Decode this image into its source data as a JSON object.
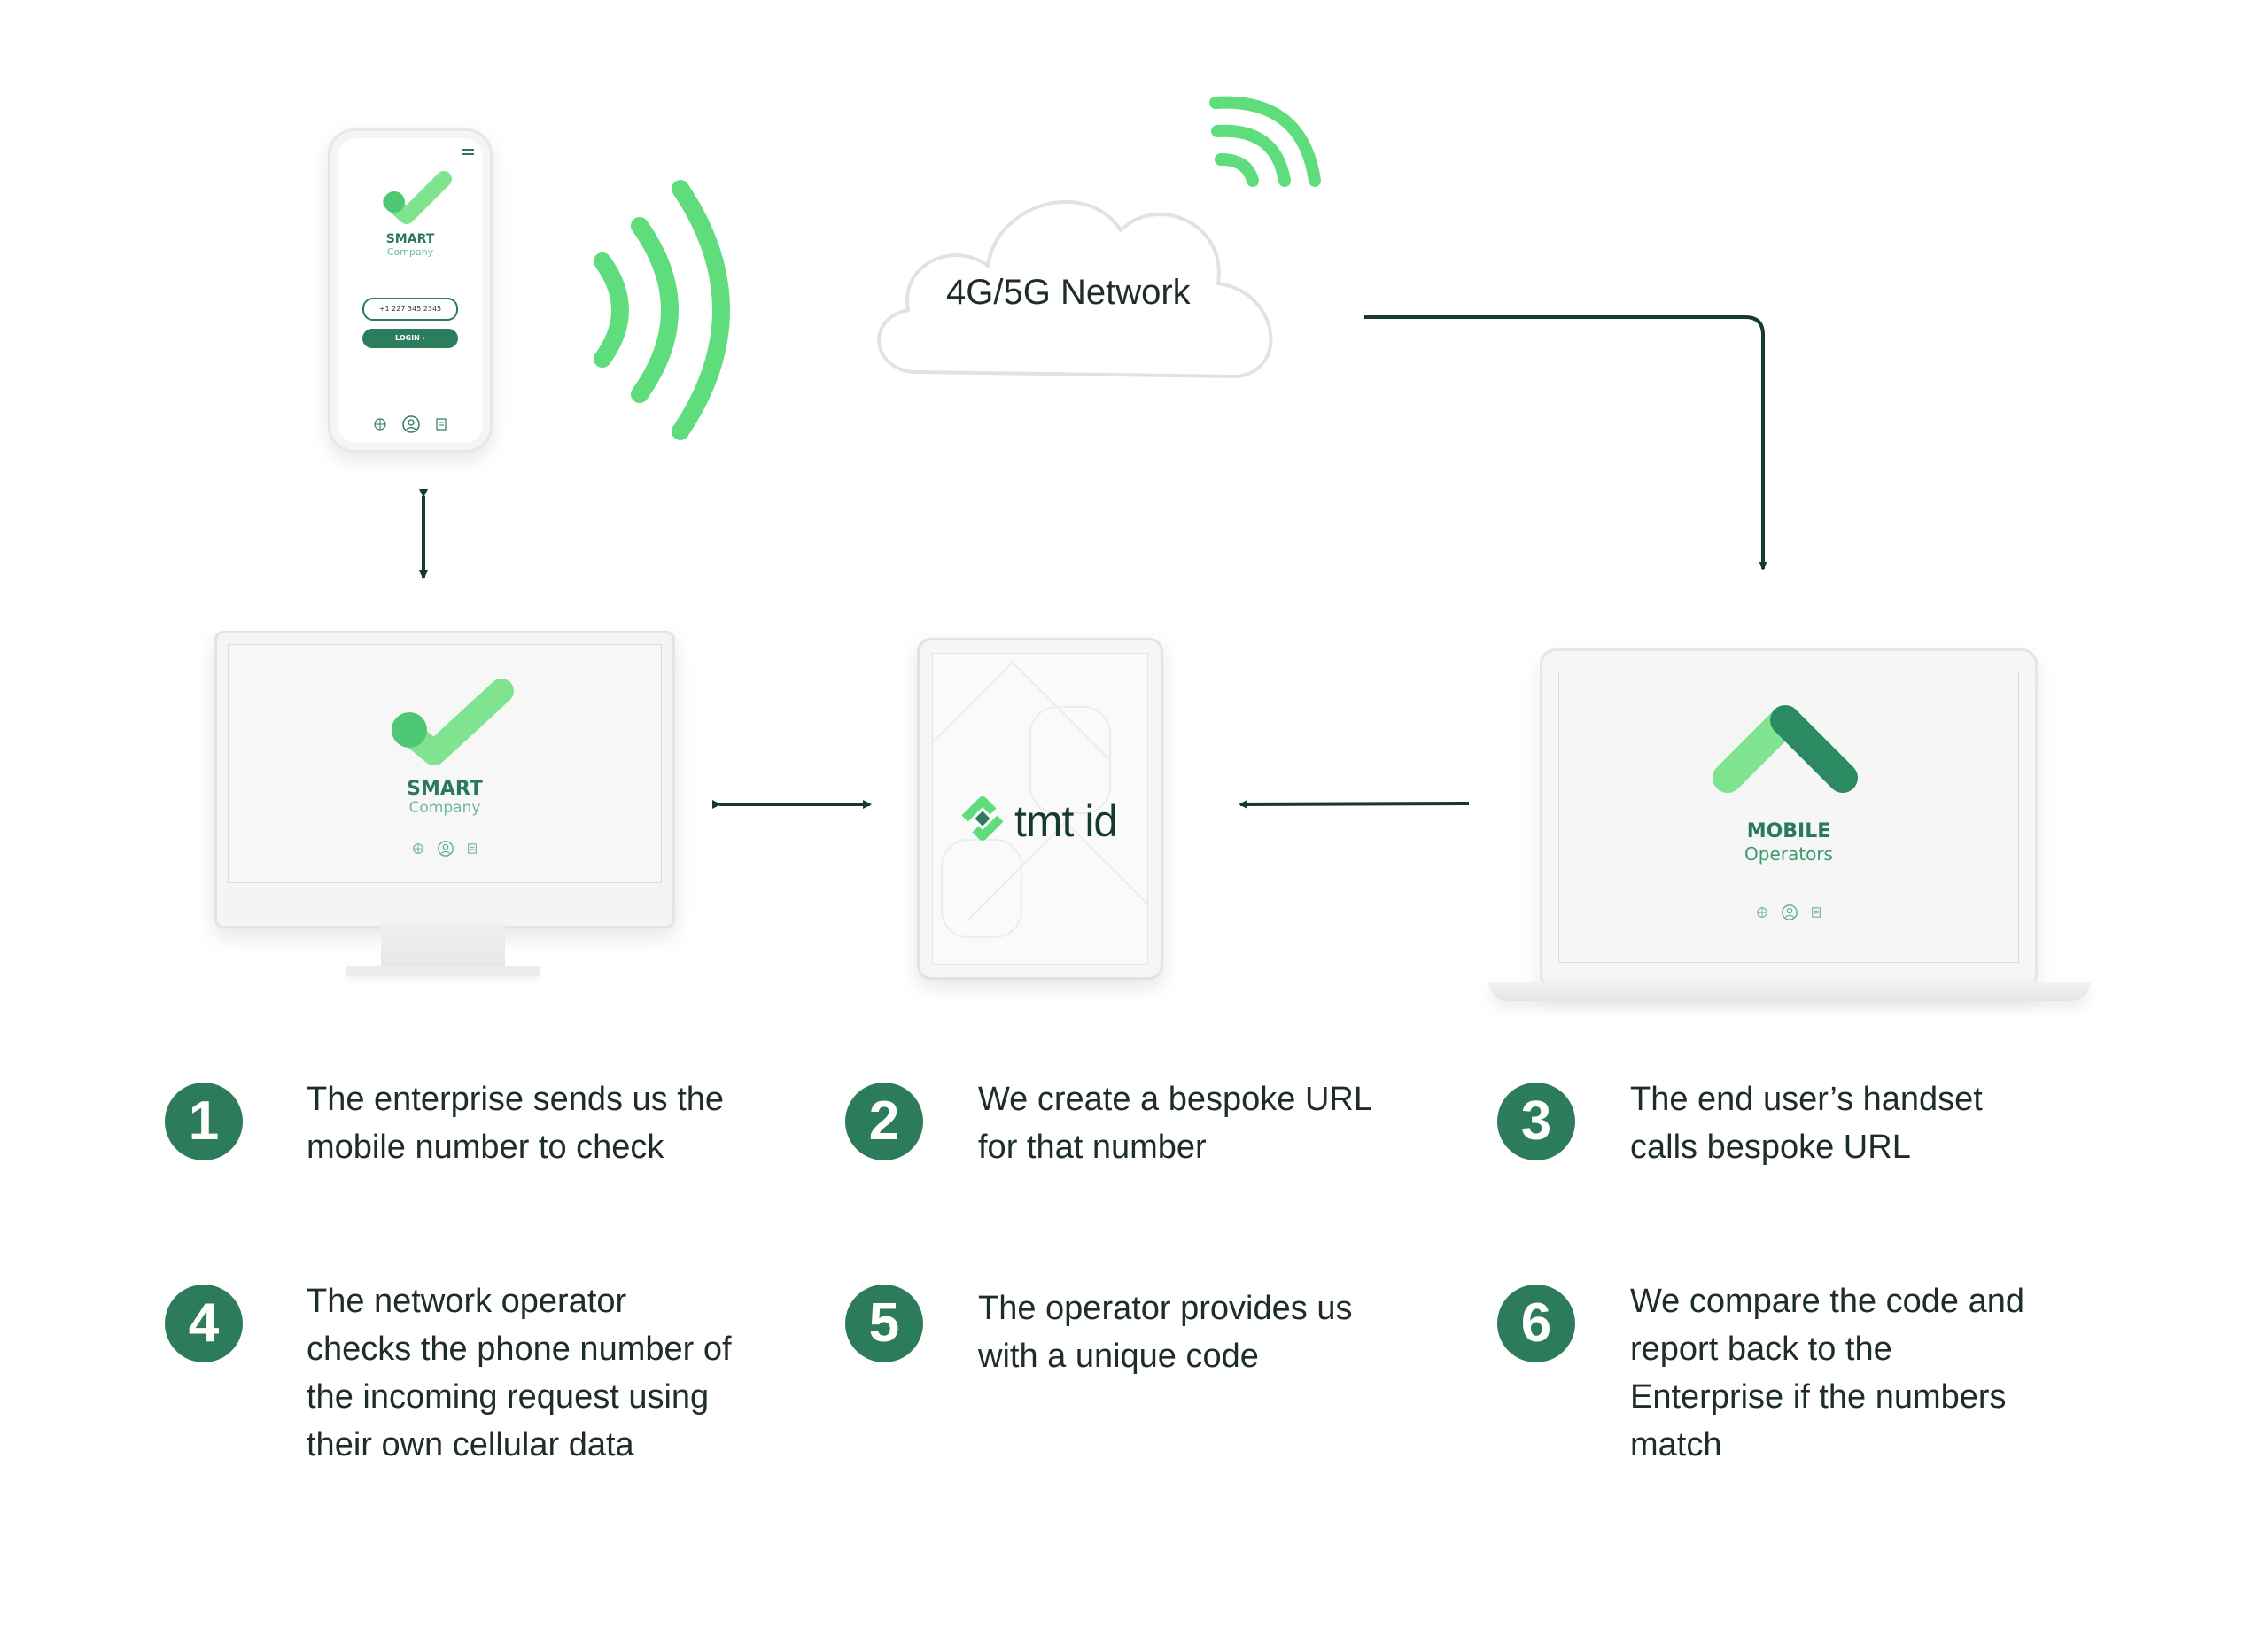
{
  "phone": {
    "brand": "SMART",
    "brand_sub": "Company",
    "number_value": "+1 227 345 2345",
    "login_label": "LOGIN",
    "menu_icon": "menu-icon",
    "footer_icons": [
      "globe-icon",
      "user-icon",
      "document-icon"
    ]
  },
  "network": {
    "cloud_label": "4G/5G Network"
  },
  "desktop": {
    "brand": "SMART",
    "brand_sub": "Company"
  },
  "tablet": {
    "logo_text": "tmt id"
  },
  "laptop": {
    "brand": "MOBILE",
    "brand_sub": "Operators"
  },
  "steps": [
    {
      "number": "1",
      "lines": [
        "The enterprise sends us the",
        "mobile number to check"
      ]
    },
    {
      "number": "2",
      "lines": [
        "We create a bespoke URL",
        "for that number"
      ]
    },
    {
      "number": "3",
      "lines": [
        "The end user’s handset",
        "calls bespoke URL"
      ]
    },
    {
      "number": "4",
      "lines": [
        "The network operator",
        "checks the phone number of",
        "the incoming request using",
        "their own cellular data"
      ]
    },
    {
      "number": "5",
      "lines": [
        "The operator provides us",
        "with a unique code"
      ]
    },
    {
      "number": "6",
      "lines": [
        "We compare the code and",
        "report back to the",
        "Enterprise if the numbers",
        "match"
      ]
    }
  ],
  "colors": {
    "brand_green": "#2c7c5c",
    "accent_green": "#5fdc7b",
    "arrow": "#163a2f"
  }
}
